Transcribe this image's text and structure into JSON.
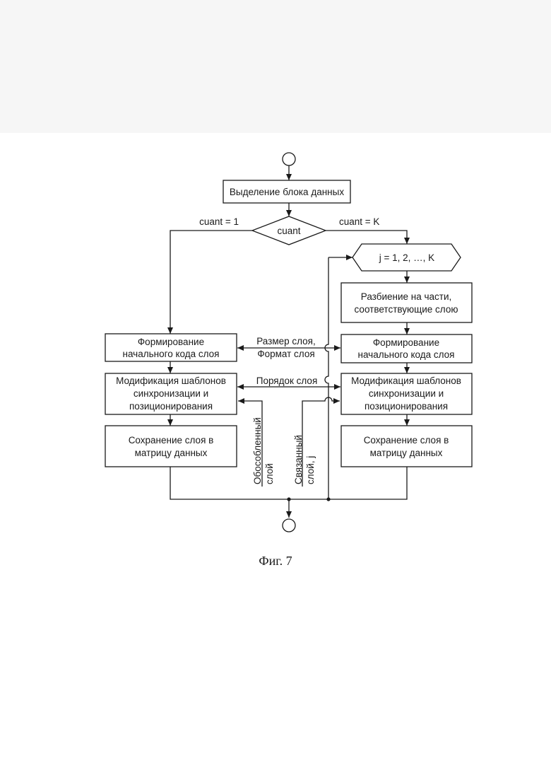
{
  "figure": {
    "caption": "Фиг. 7",
    "blocks": {
      "extract": "Выделение блока данных",
      "decision": "cuant",
      "loop": "j = 1, 2, …, K",
      "split": [
        "Разбиение на части,",
        "соответствующие слою"
      ],
      "form_left": [
        "Формирование",
        "начального кода слоя"
      ],
      "form_right": [
        "Формирование",
        "начального кода слоя"
      ],
      "modify_left": [
        "Модификация шаблонов",
        "синхронизации и",
        "позиционирования"
      ],
      "modify_right": [
        "Модификация шаблонов",
        "синхронизации и",
        "позиционирования"
      ],
      "save_left": [
        "Сохранение слоя в",
        "матрицу данных"
      ],
      "save_right": [
        "Сохранение слоя в",
        "матрицу данных"
      ]
    },
    "edge_labels": {
      "branch_left": "cuant = 1",
      "branch_right": "cuant = K",
      "size_format": [
        "Размер слоя,",
        "Формат слоя"
      ],
      "order": "Порядок слоя",
      "isolated": [
        "Обособленный",
        "слой"
      ],
      "linked": [
        "Связанный",
        "слой, j"
      ]
    }
  }
}
